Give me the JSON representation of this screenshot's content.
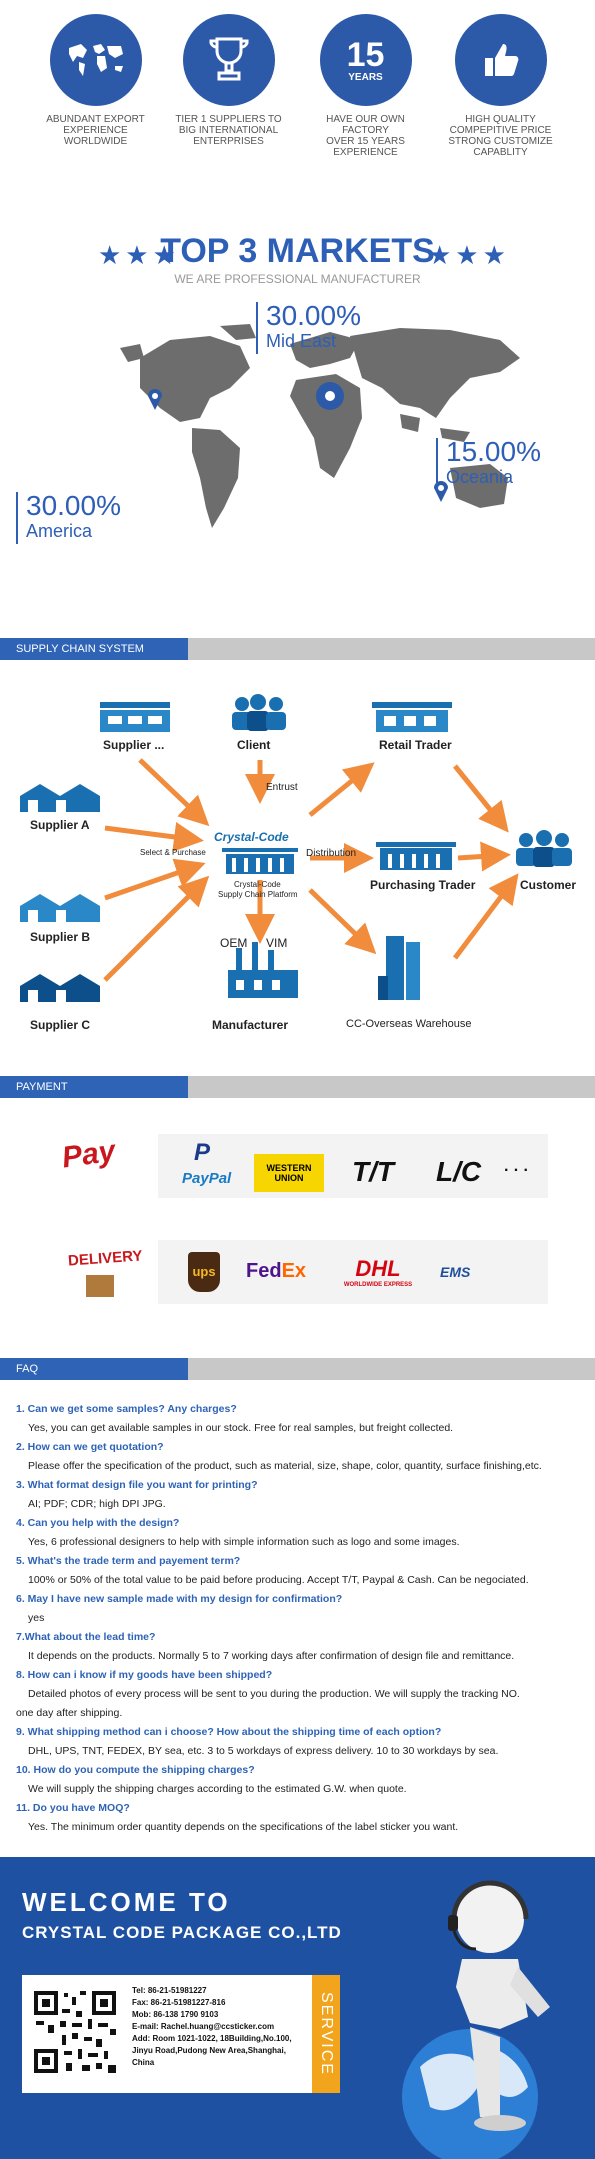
{
  "features": [
    {
      "icon": "world-map-icon",
      "caption": [
        "ABUNDANT EXPORT",
        "EXPERIENCE WORLDWIDE"
      ]
    },
    {
      "icon": "trophy-icon",
      "caption": [
        "TIER 1 SUPPLIERS TO",
        "BIG INTERNATIONAL",
        "ENTERPRISES"
      ]
    },
    {
      "icon": "15-years-icon",
      "badge_number": "15",
      "badge_word": "YEARS",
      "caption": [
        "HAVE OUR OWN",
        "FACTORY",
        "OVER 15 YEARS",
        "EXPERIENCE"
      ]
    },
    {
      "icon": "thumbs-up-icon",
      "caption": [
        "HIGH QUALITY",
        "COMPEPITIVE PRICE",
        "STRONG CUSTOMIZE",
        "CAPABLITY"
      ]
    }
  ],
  "markets": {
    "title": "TOP 3 MARKETS",
    "subtitle": "WE ARE PROFESSIONAL MANUFACTURER",
    "stars": "★★★",
    "regions": [
      {
        "percent": "30.00%",
        "name": "Mid East"
      },
      {
        "percent": "15.00%",
        "name": "Oceania"
      },
      {
        "percent": "30.00%",
        "name": "America"
      }
    ]
  },
  "supply_chain": {
    "banner": "SUPPLY CHAIN SYSTEM",
    "labels": {
      "supplier_top": "Supplier ...",
      "client": "Client",
      "retail_trader": "Retail Trader",
      "supplier_a": "Supplier A",
      "supplier_b": "Supplier B",
      "supplier_c": "Supplier C",
      "entrust": "Entrust",
      "select_purchase": "Select & Purchase",
      "distribution": "Distribution",
      "purchasing_trader": "Purchasing Trader",
      "customer": "Customer",
      "brand": "Crystal-Code",
      "platform1": "Crystal-Code",
      "platform2": "Supply Chain Platform",
      "oem": "OEM",
      "vim": "VIM",
      "manufacturer": "Manufacturer",
      "warehouse": "CC-Overseas Warehouse"
    }
  },
  "payment": {
    "banner": "PAYMENT",
    "pay": "Pay",
    "paypal": "PayPal",
    "western_union": [
      "WESTERN",
      "UNION"
    ],
    "tt": "T/T",
    "lc": "L/C",
    "more": "· · ·",
    "delivery": "DELIVERY",
    "ups": "ups",
    "fedex_fed": "Fed",
    "fedex_ex": "Ex",
    "dhl": "DHL",
    "dhl_sub": "WORLDWIDE EXPRESS",
    "ems": "EMS"
  },
  "faq": {
    "banner": "FAQ",
    "items": [
      {
        "q": "1. Can we get some samples? Any charges?",
        "a": "Yes, you can get available samples in our stock. Free for real samples, but freight collected."
      },
      {
        "q": "2. How can we get quotation?",
        "a": "Please offer the specification of the product, such as material, size, shape, color, quantity, surface finishing,etc."
      },
      {
        "q": "3. What format design file you want for printing?",
        "a": "AI; PDF; CDR; high DPI JPG."
      },
      {
        "q": "4. Can you help with the design?",
        "a": "Yes, 6 professional designers to help with simple information such as logo and some images."
      },
      {
        "q": "5. What's the trade term and payement term?",
        "a": "100% or 50% of the total value to be paid before producing. Accept T/T, Paypal & Cash. Can be negociated."
      },
      {
        "q": "6. May I have new sample made with my design for confirmation?",
        "a": "yes"
      },
      {
        "q": "7.What about the lead time?",
        "a": "It depends on the products. Normally 5 to 7 working days after confirmation of design file and remittance."
      },
      {
        "q": "8. How can i know if my goods have been shipped?",
        "a": "Detailed photos of every process will be sent to you during the production. We will supply the tracking NO.",
        "a2": "one day after shipping."
      },
      {
        "q": "9. What shipping method can i choose? How about the shipping time of each option?",
        "a": "DHL, UPS, TNT, FEDEX, BY sea, etc. 3 to 5 workdays of express delivery. 10 to 30 workdays by sea."
      },
      {
        "q": "10. How do you compute the shipping charges?",
        "a": "We will supply the shipping charges according to the estimated G.W. when quote."
      },
      {
        "q": "11. Do you have MOQ?",
        "a": "Yes. The minimum order quantity depends on the specifications of the label sticker you want."
      }
    ]
  },
  "welcome": {
    "line1": "WELCOME TO",
    "line2": "CRYSTAL CODE PACKAGE CO.,LTD",
    "service": "SERVICE",
    "contact": [
      "Tel: 86-21-51981227",
      "Fax: 86-21-51981227-816",
      "Mob: 86-138 1790 9103",
      "E-mail: Rachel.huang@ccsticker.com",
      "Add: Room 1021-1022, 18Building,No.100,",
      "Jinyu Road,Pudong New Area,Shanghai,",
      "China"
    ]
  },
  "colors": {
    "brand_blue": "#2c5aa8",
    "orange": "#f08c3c",
    "service_orange": "#f2a41c",
    "banner_gray": "#c8c8c8"
  }
}
